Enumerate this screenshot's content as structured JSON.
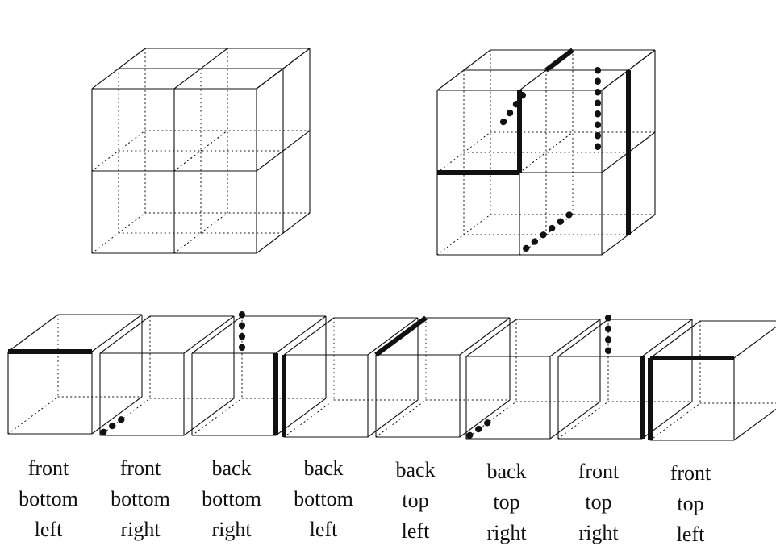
{
  "colors": {
    "line": "#111111",
    "background": "#ffffff"
  },
  "captions": [
    [
      "front",
      "bottom",
      "left"
    ],
    [
      "front",
      "bottom",
      "right"
    ],
    [
      "back",
      "bottom",
      "right"
    ],
    [
      "back",
      "bottom",
      "left"
    ],
    [
      "back",
      "top",
      "left"
    ],
    [
      "back",
      "top",
      "right"
    ],
    [
      "front",
      "top",
      "right"
    ],
    [
      "front",
      "top",
      "left"
    ]
  ]
}
